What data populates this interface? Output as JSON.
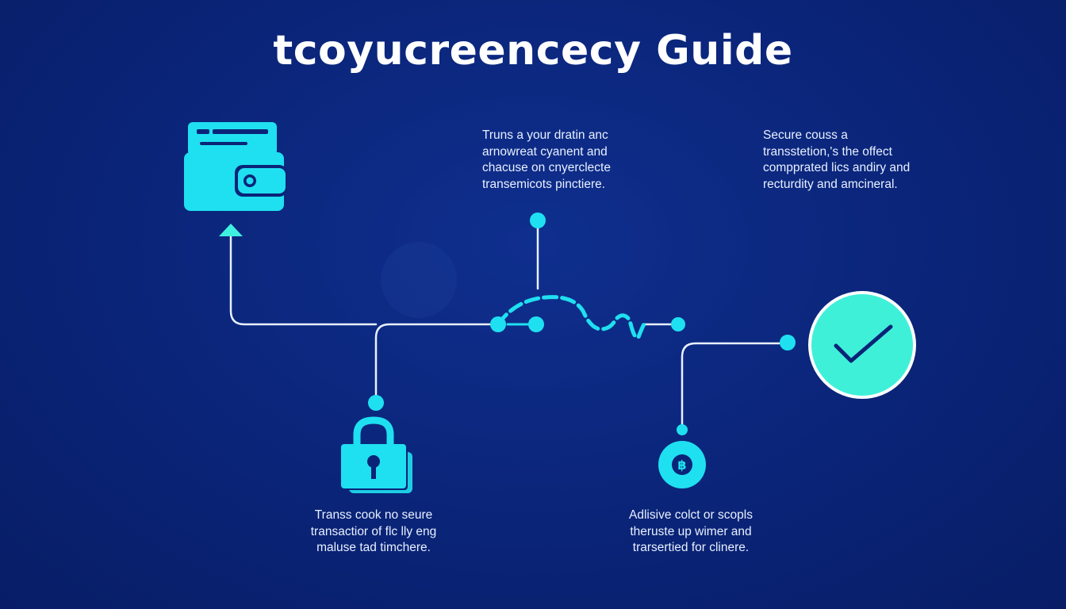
{
  "title": "tcoyucreencecy Guide",
  "descriptions": {
    "top_middle": [
      "Truns a your dratin anc",
      "arnowreat cyanent and",
      "chacuse on cnyerclecte",
      "transemicots pinctiere."
    ],
    "top_right": [
      "Secure couss a",
      "transstetion,'s the offect",
      "compprated lics andiry and",
      "recturdity and amcineral."
    ],
    "bottom_left": [
      "Transs cook no seure",
      "transactior of flc lly eng",
      "maluse tad timchere."
    ],
    "bottom_middle": [
      "Adlisive colct or scopls",
      "theruste up wimer and",
      "trarsertied for clinere."
    ]
  },
  "icons": {
    "wallet": "wallet-icon",
    "lock": "padlock-icon",
    "coin": "bitcoin-coin-icon",
    "check": "checkmark-icon",
    "arrow": "arrow-up-icon"
  },
  "colors": {
    "background": "#0a2478",
    "accent": "#1fe0f0",
    "check_fill": "#3ff0d8",
    "line": "#e8f0ff"
  }
}
